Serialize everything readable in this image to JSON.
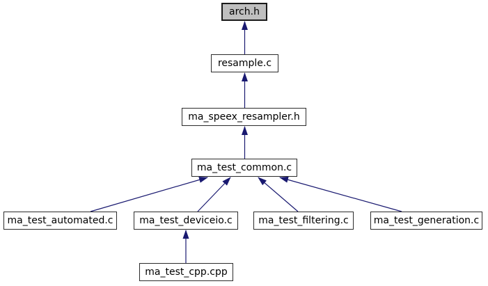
{
  "colors": {
    "edge": "#191970",
    "node_border": "#2b2b2b",
    "node_fill": "#ffffff",
    "highlight_fill": "#bfbfbf",
    "background": "#ffffff"
  },
  "nodes": [
    {
      "id": "arch-h",
      "label": "arch.h",
      "highlighted": true
    },
    {
      "id": "resample-c",
      "label": "resample.c",
      "highlighted": false
    },
    {
      "id": "ma-speex-resampler-h",
      "label": "ma_speex_resampler.h",
      "highlighted": false
    },
    {
      "id": "ma-test-common-c",
      "label": "ma_test_common.c",
      "highlighted": false
    },
    {
      "id": "ma-test-automated-c",
      "label": "ma_test_automated.c",
      "highlighted": false
    },
    {
      "id": "ma-test-deviceio-c",
      "label": "ma_test_deviceio.c",
      "highlighted": false
    },
    {
      "id": "ma-test-filtering-c",
      "label": "ma_test_filtering.c",
      "highlighted": false
    },
    {
      "id": "ma-test-generation-c",
      "label": "ma_test_generation.c",
      "highlighted": false
    },
    {
      "id": "ma-test-cpp-cpp",
      "label": "ma_test_cpp.cpp",
      "highlighted": false
    }
  ],
  "edges": [
    {
      "from": "resample.c",
      "to": "arch.h"
    },
    {
      "from": "ma_speex_resampler.h",
      "to": "resample.c"
    },
    {
      "from": "ma_test_common.c",
      "to": "ma_speex_resampler.h"
    },
    {
      "from": "ma_test_automated.c",
      "to": "ma_test_common.c"
    },
    {
      "from": "ma_test_deviceio.c",
      "to": "ma_test_common.c"
    },
    {
      "from": "ma_test_filtering.c",
      "to": "ma_test_common.c"
    },
    {
      "from": "ma_test_generation.c",
      "to": "ma_test_common.c"
    },
    {
      "from": "ma_test_cpp.cpp",
      "to": "ma_test_deviceio.c"
    }
  ]
}
